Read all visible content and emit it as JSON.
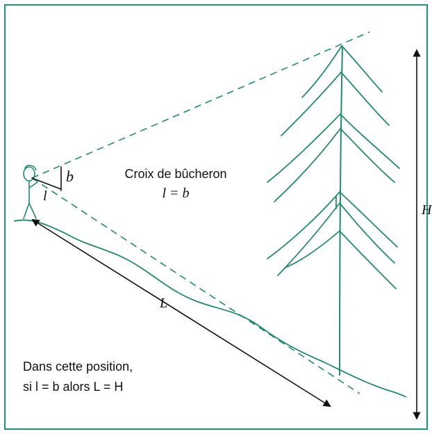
{
  "colors": {
    "frame": "#1f8f7a",
    "tree": "#1f8a6e",
    "sight_line": "#1f8a6e",
    "ink": "#111111"
  },
  "labels": {
    "tool_title": "Croix de bûcheron",
    "tool_equation": "l = b",
    "label_b": "b",
    "label_l": "l",
    "label_L": "L",
    "label_H": "H",
    "caption_line1": "Dans cette position,",
    "caption_line2": "si l = b alors L = H"
  }
}
